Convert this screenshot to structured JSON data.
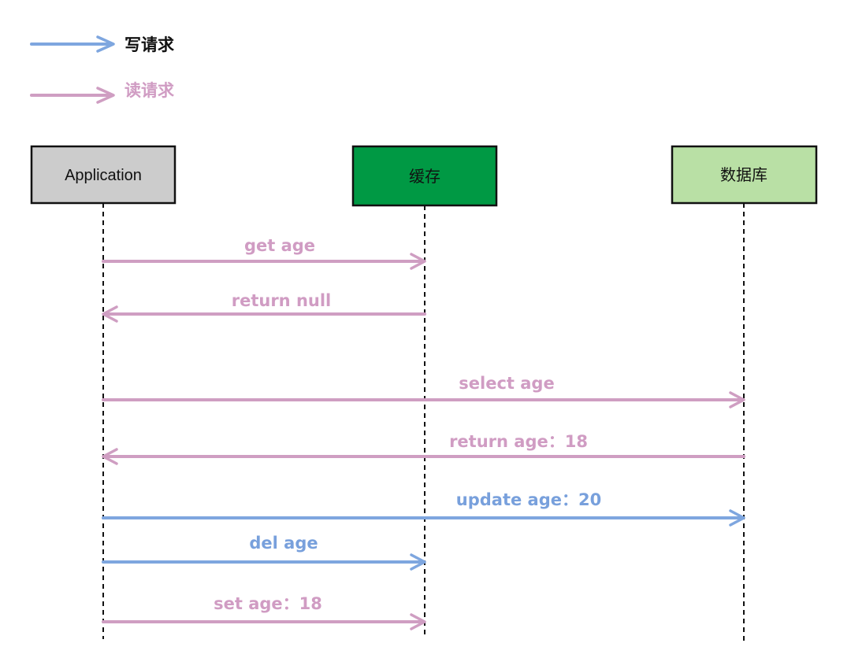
{
  "legend": [
    {
      "label": "写请求",
      "kind": "write"
    },
    {
      "label": "读请求",
      "kind": "read"
    }
  ],
  "colors": {
    "write": "#7ea6df",
    "read": "#cf9ec2",
    "write_label": "#78a0dc",
    "read_label": "#d09cc3",
    "legend_write_text": "#111111",
    "legend_read_text": "#d09cc3",
    "app_fill": "#cccccc",
    "cache_fill": "#009944",
    "db_fill": "#b9e0a5",
    "stroke": "#111111"
  },
  "participants": [
    {
      "id": "app",
      "label": "Application"
    },
    {
      "id": "cache",
      "label": "缓存"
    },
    {
      "id": "db",
      "label": "数据库"
    }
  ],
  "messages": [
    {
      "from": "app",
      "to": "cache",
      "label": "get age",
      "kind": "read"
    },
    {
      "from": "cache",
      "to": "app",
      "label": "return null",
      "kind": "read"
    },
    {
      "from": "app",
      "to": "db",
      "label": "select age",
      "kind": "read"
    },
    {
      "from": "db",
      "to": "app",
      "label": "return age：18",
      "kind": "read"
    },
    {
      "from": "app",
      "to": "db",
      "label": "update age：20",
      "kind": "write"
    },
    {
      "from": "app",
      "to": "cache",
      "label": "del age",
      "kind": "write"
    },
    {
      "from": "app",
      "to": "cache",
      "label": "set age：18",
      "kind": "read"
    }
  ]
}
